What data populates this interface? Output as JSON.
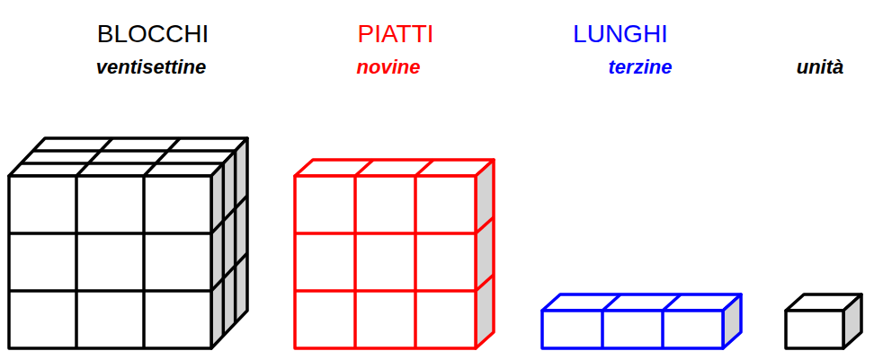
{
  "diagram": {
    "labels": [
      "BLOCCHI",
      "ventisettine",
      "PIATTI",
      "novine",
      "LUNGHI",
      "terzine",
      "unità"
    ]
  }
}
